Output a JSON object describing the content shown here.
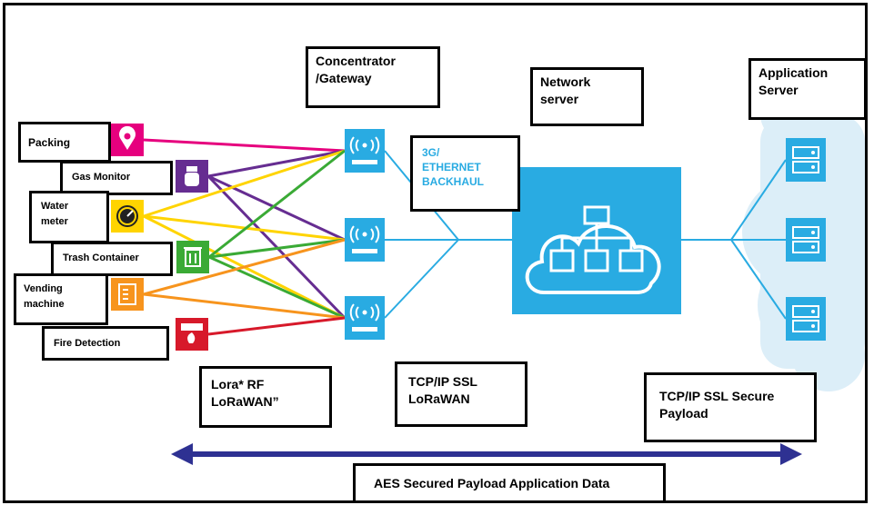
{
  "gateway_label": [
    "Concentrator",
    "/Gateway"
  ],
  "network_server_label": [
    "Network",
    "server"
  ],
  "app_server_label": [
    "Application",
    "Server"
  ],
  "backhaul_label": [
    "3G/",
    "ETHERNET",
    "BACKHAUL"
  ],
  "devices": [
    {
      "label": [
        "Packing"
      ],
      "icon": "location-pin-icon",
      "color": "#e6007e"
    },
    {
      "label": [
        "Gas Monitor"
      ],
      "icon": "gas-monitor-icon",
      "color": "#662d91"
    },
    {
      "label": [
        "Water",
        "meter"
      ],
      "icon": "gauge-icon",
      "color": "#ffd400"
    },
    {
      "label": [
        "Trash Container"
      ],
      "icon": "trash-icon",
      "color": "#3aaa35"
    },
    {
      "label": [
        "Vending",
        "machine"
      ],
      "icon": "vending-icon",
      "color": "#f7941d"
    },
    {
      "label": [
        "Fire Detection"
      ],
      "icon": "fire-alarm-icon",
      "color": "#d7192a"
    }
  ],
  "protocol_labels": {
    "rf": [
      "Lora* RF",
      "LoRaWAN”"
    ],
    "tcp": [
      "TCP/IP SSL",
      "LoRaWAN"
    ],
    "secure": [
      "TCP/IP SSL Secure",
      "Payload"
    ]
  },
  "aes_label": "AES Secured Payload Application Data",
  "colors": {
    "accent_blue": "#29abe2",
    "cloud_light": "#dceef8",
    "arrow": "#2e3192"
  }
}
